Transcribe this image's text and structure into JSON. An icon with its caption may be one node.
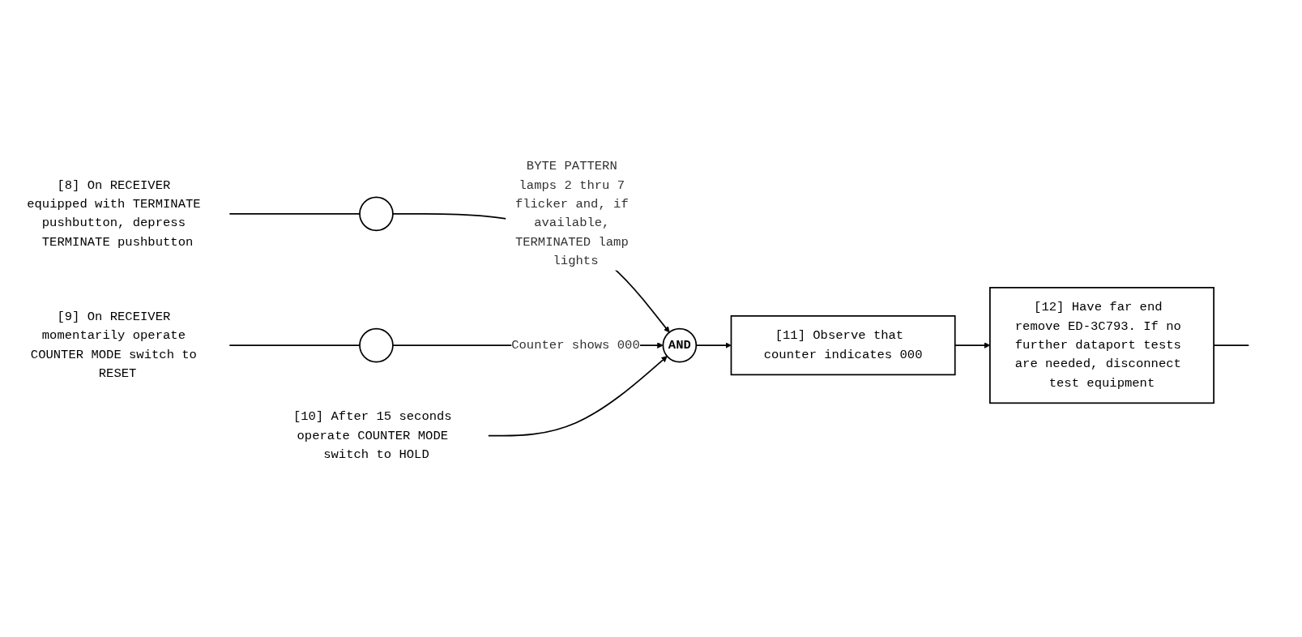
{
  "diagram": {
    "nodes": [
      {
        "text": [
          "[8] On RECEIVER equipped with TERMINATE pushbutton, depress TERMINATE pushbutton"
        ]
      },
      {
        "text": [],
        "shape": "circle"
      },
      {
        "text": [
          "[9] On RECEIVER momentarily operate COUNTER MODE switch to RESET"
        ]
      },
      {
        "text": [],
        "shape": "circle"
      },
      {
        "text": [
          "[10] After 15 seconds operate COUNTER MODE switch to HOLD"
        ]
      },
      {
        "text": [
          "AND"
        ]
      },
      {
        "text": [
          "[11] Observe that counter indicates 000"
        ]
      },
      {
        "text": [
          "[12] Have far end remove ED-3C793. If no further dataport tests are needed, disconnect test equipment"
        ]
      }
    ],
    "edges": [
      {
        "from": 0,
        "to": 1,
        "arrow": "none"
      },
      {
        "from": 1,
        "to": 5,
        "arrow": "to",
        "label": "BYTE PATTERN lamps 2 thru 7 flicker and, if available, TERMINATED lamp lights"
      },
      {
        "from": 2,
        "to": 3,
        "arrow": "none"
      },
      {
        "from": 3,
        "to": 5,
        "arrow": "to",
        "label": "Counter shows 000"
      },
      {
        "from": 4,
        "to": 5,
        "arrow": "to"
      },
      {
        "from": 5,
        "to": 6,
        "arrow": "to"
      },
      {
        "from": 6,
        "to": 7,
        "arrow": "to"
      },
      {
        "from": 7,
        "to": null,
        "arrow": "none"
      }
    ]
  }
}
